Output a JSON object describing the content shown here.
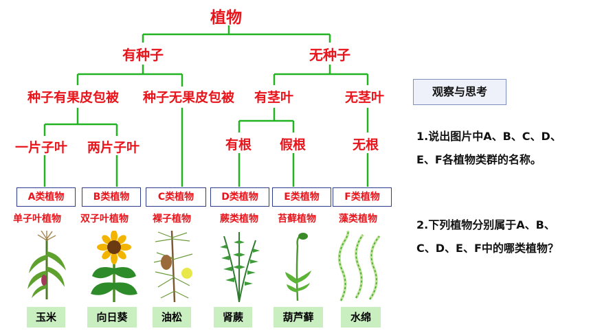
{
  "root": "植物",
  "level1": [
    "有种子",
    "无种子"
  ],
  "level2": [
    "种子有果皮包被",
    "种子无果皮包被",
    "有茎叶",
    "无茎叶"
  ],
  "level3": [
    "一片子叶",
    "两片子叶",
    "有根",
    "假根",
    "无根"
  ],
  "classes": [
    {
      "label": "A类植物",
      "name": "单子叶植物",
      "plant": "玉米"
    },
    {
      "label": "B类植物",
      "name": "双子叶植物",
      "plant": "向日葵"
    },
    {
      "label": "C类植物",
      "name": "裸子植物",
      "plant": "油松"
    },
    {
      "label": "D类植物",
      "name": "蕨类植物",
      "plant": "肾蕨"
    },
    {
      "label": "E类植物",
      "name": "苔藓植物",
      "plant": "葫芦藓"
    },
    {
      "label": "F类植物",
      "name": "藻类植物",
      "plant": "水绵"
    }
  ],
  "panel": {
    "title": "观察与思考",
    "q1": "1.说出图片中A、B、C、D、E、F各植物类群的名称。",
    "q2": "2.下列植物分别属于A、B、C、D、E、F中的哪类植物？"
  },
  "colors": {
    "red": "#e8141b",
    "green": "#21b321",
    "box_border": "#2b3a8c",
    "plant_label_bg": "#c9efc0"
  }
}
